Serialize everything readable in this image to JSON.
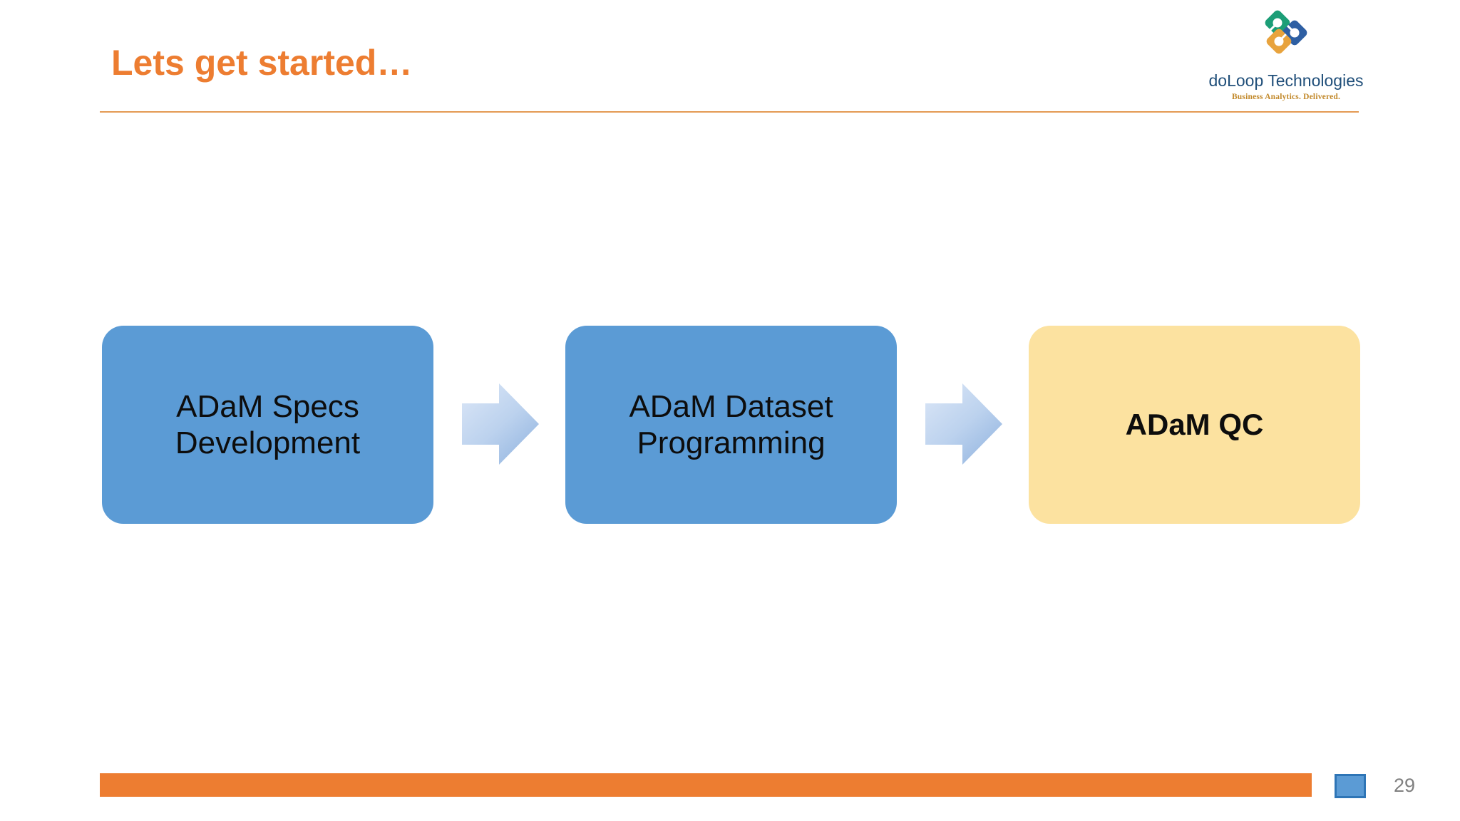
{
  "slide": {
    "title": "Lets get started…",
    "title_color": "#ED7D31",
    "rule_color": "#E49A54",
    "background": "#ffffff"
  },
  "logo": {
    "name": "doLoop Technologies",
    "tagline": "Business Analytics. Delivered.",
    "name_color": "#1F4E79",
    "tagline_color": "#C2892B",
    "mark_colors": {
      "green": "#1C9E77",
      "blue": "#2E5FA3",
      "orange": "#E8A33D"
    }
  },
  "process": {
    "steps": [
      {
        "label": "ADaM Specs Development",
        "fill": "#5B9BD5",
        "text_color": "#0d0d0d",
        "bold": false
      },
      {
        "label": "ADaM Dataset Programming",
        "fill": "#5B9BD5",
        "text_color": "#0d0d0d",
        "bold": false
      },
      {
        "label": "ADaM QC",
        "fill": "#FCE2A0",
        "text_color": "#0d0d0d",
        "bold": true
      }
    ],
    "connector_icon": "right-arrow-icon",
    "connector_fill_light": "#D4E2F4",
    "connector_fill_dark": "#9DBCE3"
  },
  "footer": {
    "bar_color": "#ED7D31",
    "square_fill": "#5B9BD5",
    "square_border": "#2E75B6",
    "page_number": "29",
    "page_number_color": "#808080"
  }
}
